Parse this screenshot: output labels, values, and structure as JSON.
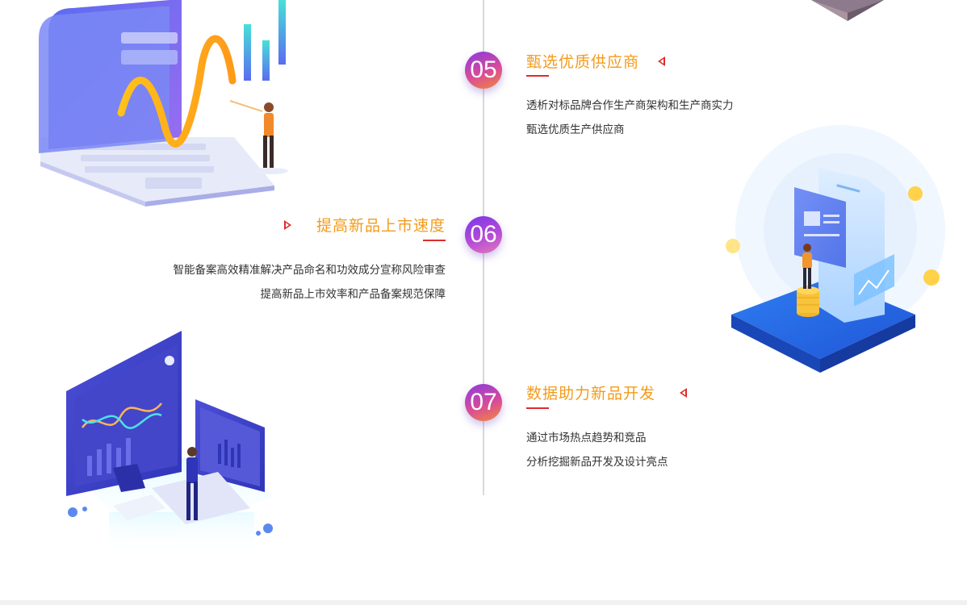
{
  "steps": [
    {
      "number": "05",
      "title": "甄选优质供应商",
      "lines": [
        "透析对标品牌合作生产商架构和生产商实力",
        "甄选优质生产供应商"
      ]
    },
    {
      "number": "06",
      "title": "提高新品上市速度",
      "lines": [
        "智能备案高效精准解决产品命名和功效成分宣称风险审查",
        "提高新品上市效率和产品备案规范保障"
      ]
    },
    {
      "number": "07",
      "title": "数据助力新品开发",
      "lines": [
        "通过市场热点趋势和竞品",
        "分析挖掘新品开发及设计亮点"
      ]
    }
  ],
  "colors": {
    "accent_orange": "#f49a1a",
    "accent_red": "#e02a2a",
    "timeline_gray": "#d9d9d9",
    "text_dark": "#333333"
  }
}
